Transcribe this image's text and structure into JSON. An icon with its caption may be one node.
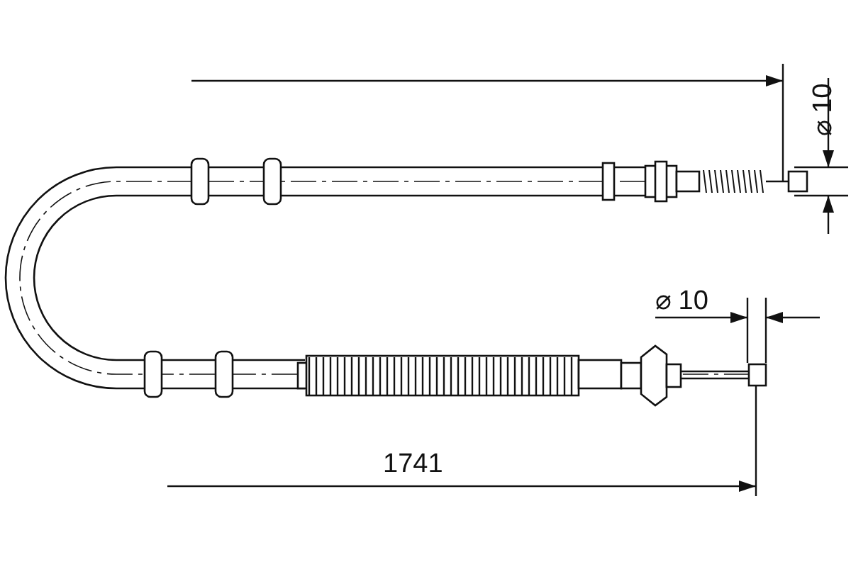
{
  "diagram": {
    "labels": [
      "⌀ 10",
      "⌀ 10",
      "1741"
    ]
  }
}
